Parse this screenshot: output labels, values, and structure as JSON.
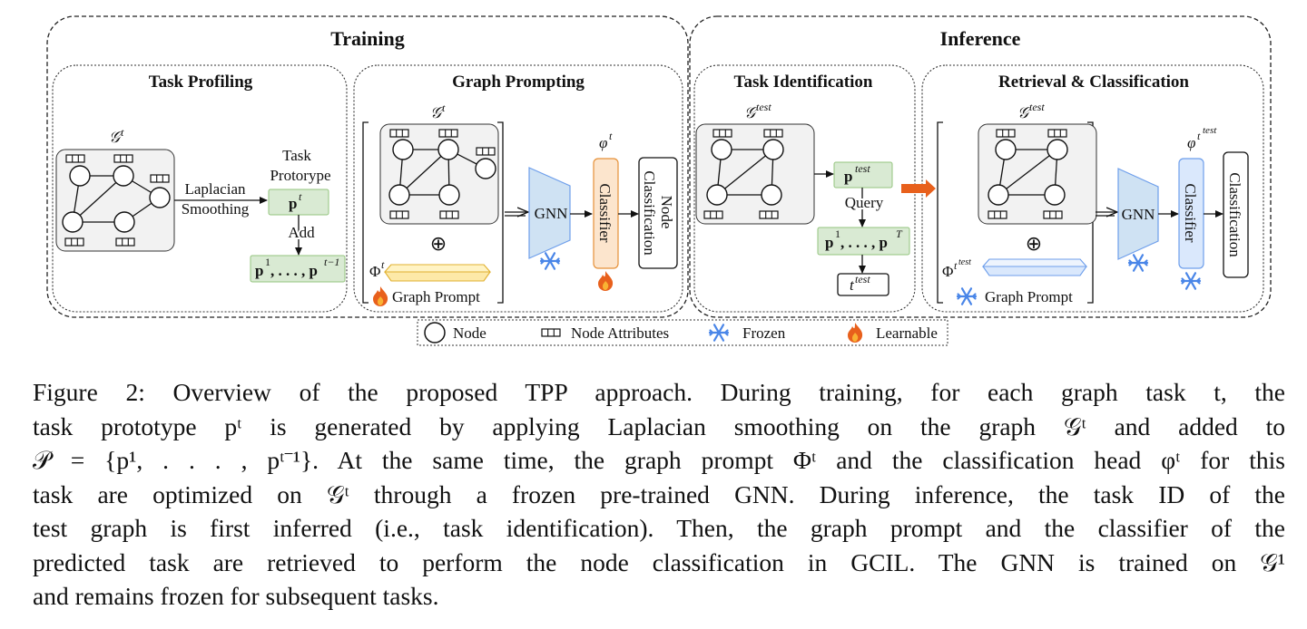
{
  "figure": {
    "sections": {
      "training": "Training",
      "inference": "Inference"
    },
    "panels": {
      "task_profiling": "Task Profiling",
      "graph_prompting": "Graph Prompting",
      "task_identification": "Task Identification",
      "retrieval_classification": "Retrieval & Classification"
    },
    "labels": {
      "graph_t": "𝒢",
      "graph_t_sup": "t",
      "graph_test": "𝒢",
      "graph_test_sup": "test",
      "laplacian": "Laplacian",
      "smoothing": "Smoothing",
      "task": "Task",
      "protorype": "Protorype",
      "add": "Add",
      "pt": "p",
      "pt_sup": "t",
      "prototype_set": "p",
      "prototype_set_sup1": "1",
      "prototype_set_mid": ", . . . , p",
      "prototype_set_sup2": "t−1",
      "prototype_all_mid": ", . . . , p",
      "prototype_all_sup2": "T",
      "ptest": "p",
      "ptest_sup": "test",
      "query": "Query",
      "ttest": "t",
      "ttest_sup": "test",
      "phi_t": "Φ",
      "phi_t_sup": "t",
      "phi_ttest": "Φ",
      "phi_ttest_sup": "t",
      "phi_ttest_supsup": "test",
      "varphi_t": "φ",
      "varphi_t_sup": "t",
      "varphi_ttest": "φ",
      "varphi_ttest_sup": "t",
      "varphi_ttest_supsup": "test",
      "gnn": "GNN",
      "classifier": "Classifier",
      "node": "Node",
      "classification": "Classification",
      "graph_prompt": "Graph Prompt",
      "oplus": "⊕"
    },
    "legend": {
      "node": "Node",
      "node_attributes": "Node Attributes",
      "frozen": "Frozen",
      "learnable": "Learnable"
    },
    "icons": [
      "snowflake-icon",
      "flame-icon",
      "node-circle-icon",
      "node-attributes-icon",
      "red-arrow-icon"
    ],
    "colors": {
      "green_box": "#d9ead3",
      "green_border": "#93c47d",
      "gnn_blue": "#cfe2f3",
      "classifier_orange": "#fce5cd",
      "classifier_border": "#e69138",
      "prompt_yellow": "#fde9a8",
      "prompt_blue": "#dae8fc",
      "snow_blue": "#4a86e8",
      "flame": "#e06020",
      "arrow_red": "#e8601c",
      "graph_bg": "#f2f2f2"
    }
  },
  "caption": {
    "line1": "Figure 2: Overview of the proposed TPP approach. During training, for each graph task t, the",
    "line2": "task prototype pᵗ is generated by applying Laplacian smoothing on the graph 𝒢ᵗ and added to",
    "line3": "𝒫 = {p¹, . . . , pᵗ⁻¹}. At the same time, the graph prompt Φᵗ and the classification head φᵗ for this",
    "line4": "task are optimized on 𝒢ᵗ through a frozen pre-trained GNN. During inference, the task ID of the",
    "line5": "test graph is first inferred (i.e., task identification). Then, the graph prompt and the classifier of the",
    "line6": "predicted task are retrieved to perform the node classification in GCIL. The GNN is trained on 𝒢¹",
    "line7": "and remains frozen for subsequent tasks."
  }
}
